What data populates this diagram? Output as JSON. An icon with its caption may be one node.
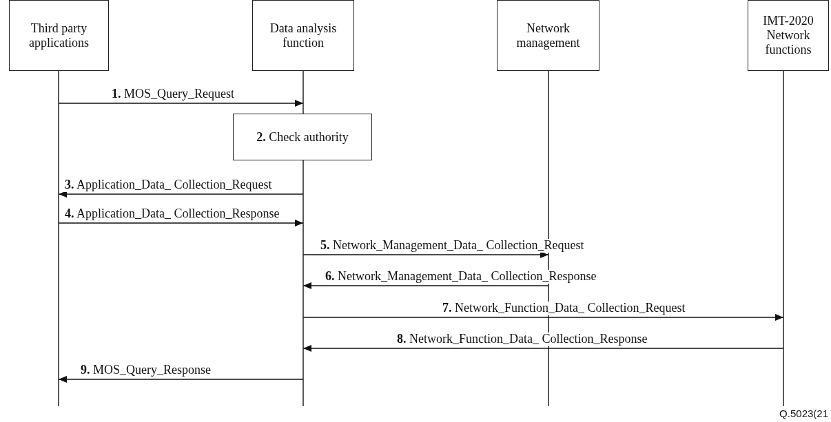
{
  "diagram": {
    "nodes": [
      {
        "text": [
          "Third party applications"
        ]
      },
      {
        "text": [
          "Data analysis function"
        ]
      },
      {
        "text": [
          "Network management"
        ]
      },
      {
        "text": [
          "IMT-2020 Network functions"
        ]
      },
      {
        "text": [
          "**2.** Check authority"
        ]
      }
    ],
    "edges": [
      {
        "from": 0,
        "to": 1,
        "arrow": "to",
        "label": "**1.** MOS_Query_Request"
      },
      {
        "from": 1,
        "to": 0,
        "arrow": "to",
        "label": "**3.** Application_Data_ Collection_Request"
      },
      {
        "from": 0,
        "to": 1,
        "arrow": "to",
        "label": "**4.** Application_Data_ Collection_Response"
      },
      {
        "from": 1,
        "to": 2,
        "arrow": "to",
        "label": "**5.** Network_Management_Data_ Collection_Request"
      },
      {
        "from": 2,
        "to": 1,
        "arrow": "to",
        "label": "**6.** Network_Management_Data_ Collection_Response"
      },
      {
        "from": 1,
        "to": 3,
        "arrow": "to",
        "label": "**7.** Network_Function_Data_ Collection_Request"
      },
      {
        "from": 3,
        "to": 1,
        "arrow": "to",
        "label": "**8.** Network_Function_Data_ Collection_Response"
      },
      {
        "from": 1,
        "to": 0,
        "arrow": "to",
        "label": "**9.** MOS_Query_Response"
      }
    ],
    "labels": [
      "Q.5023(21"
    ]
  }
}
